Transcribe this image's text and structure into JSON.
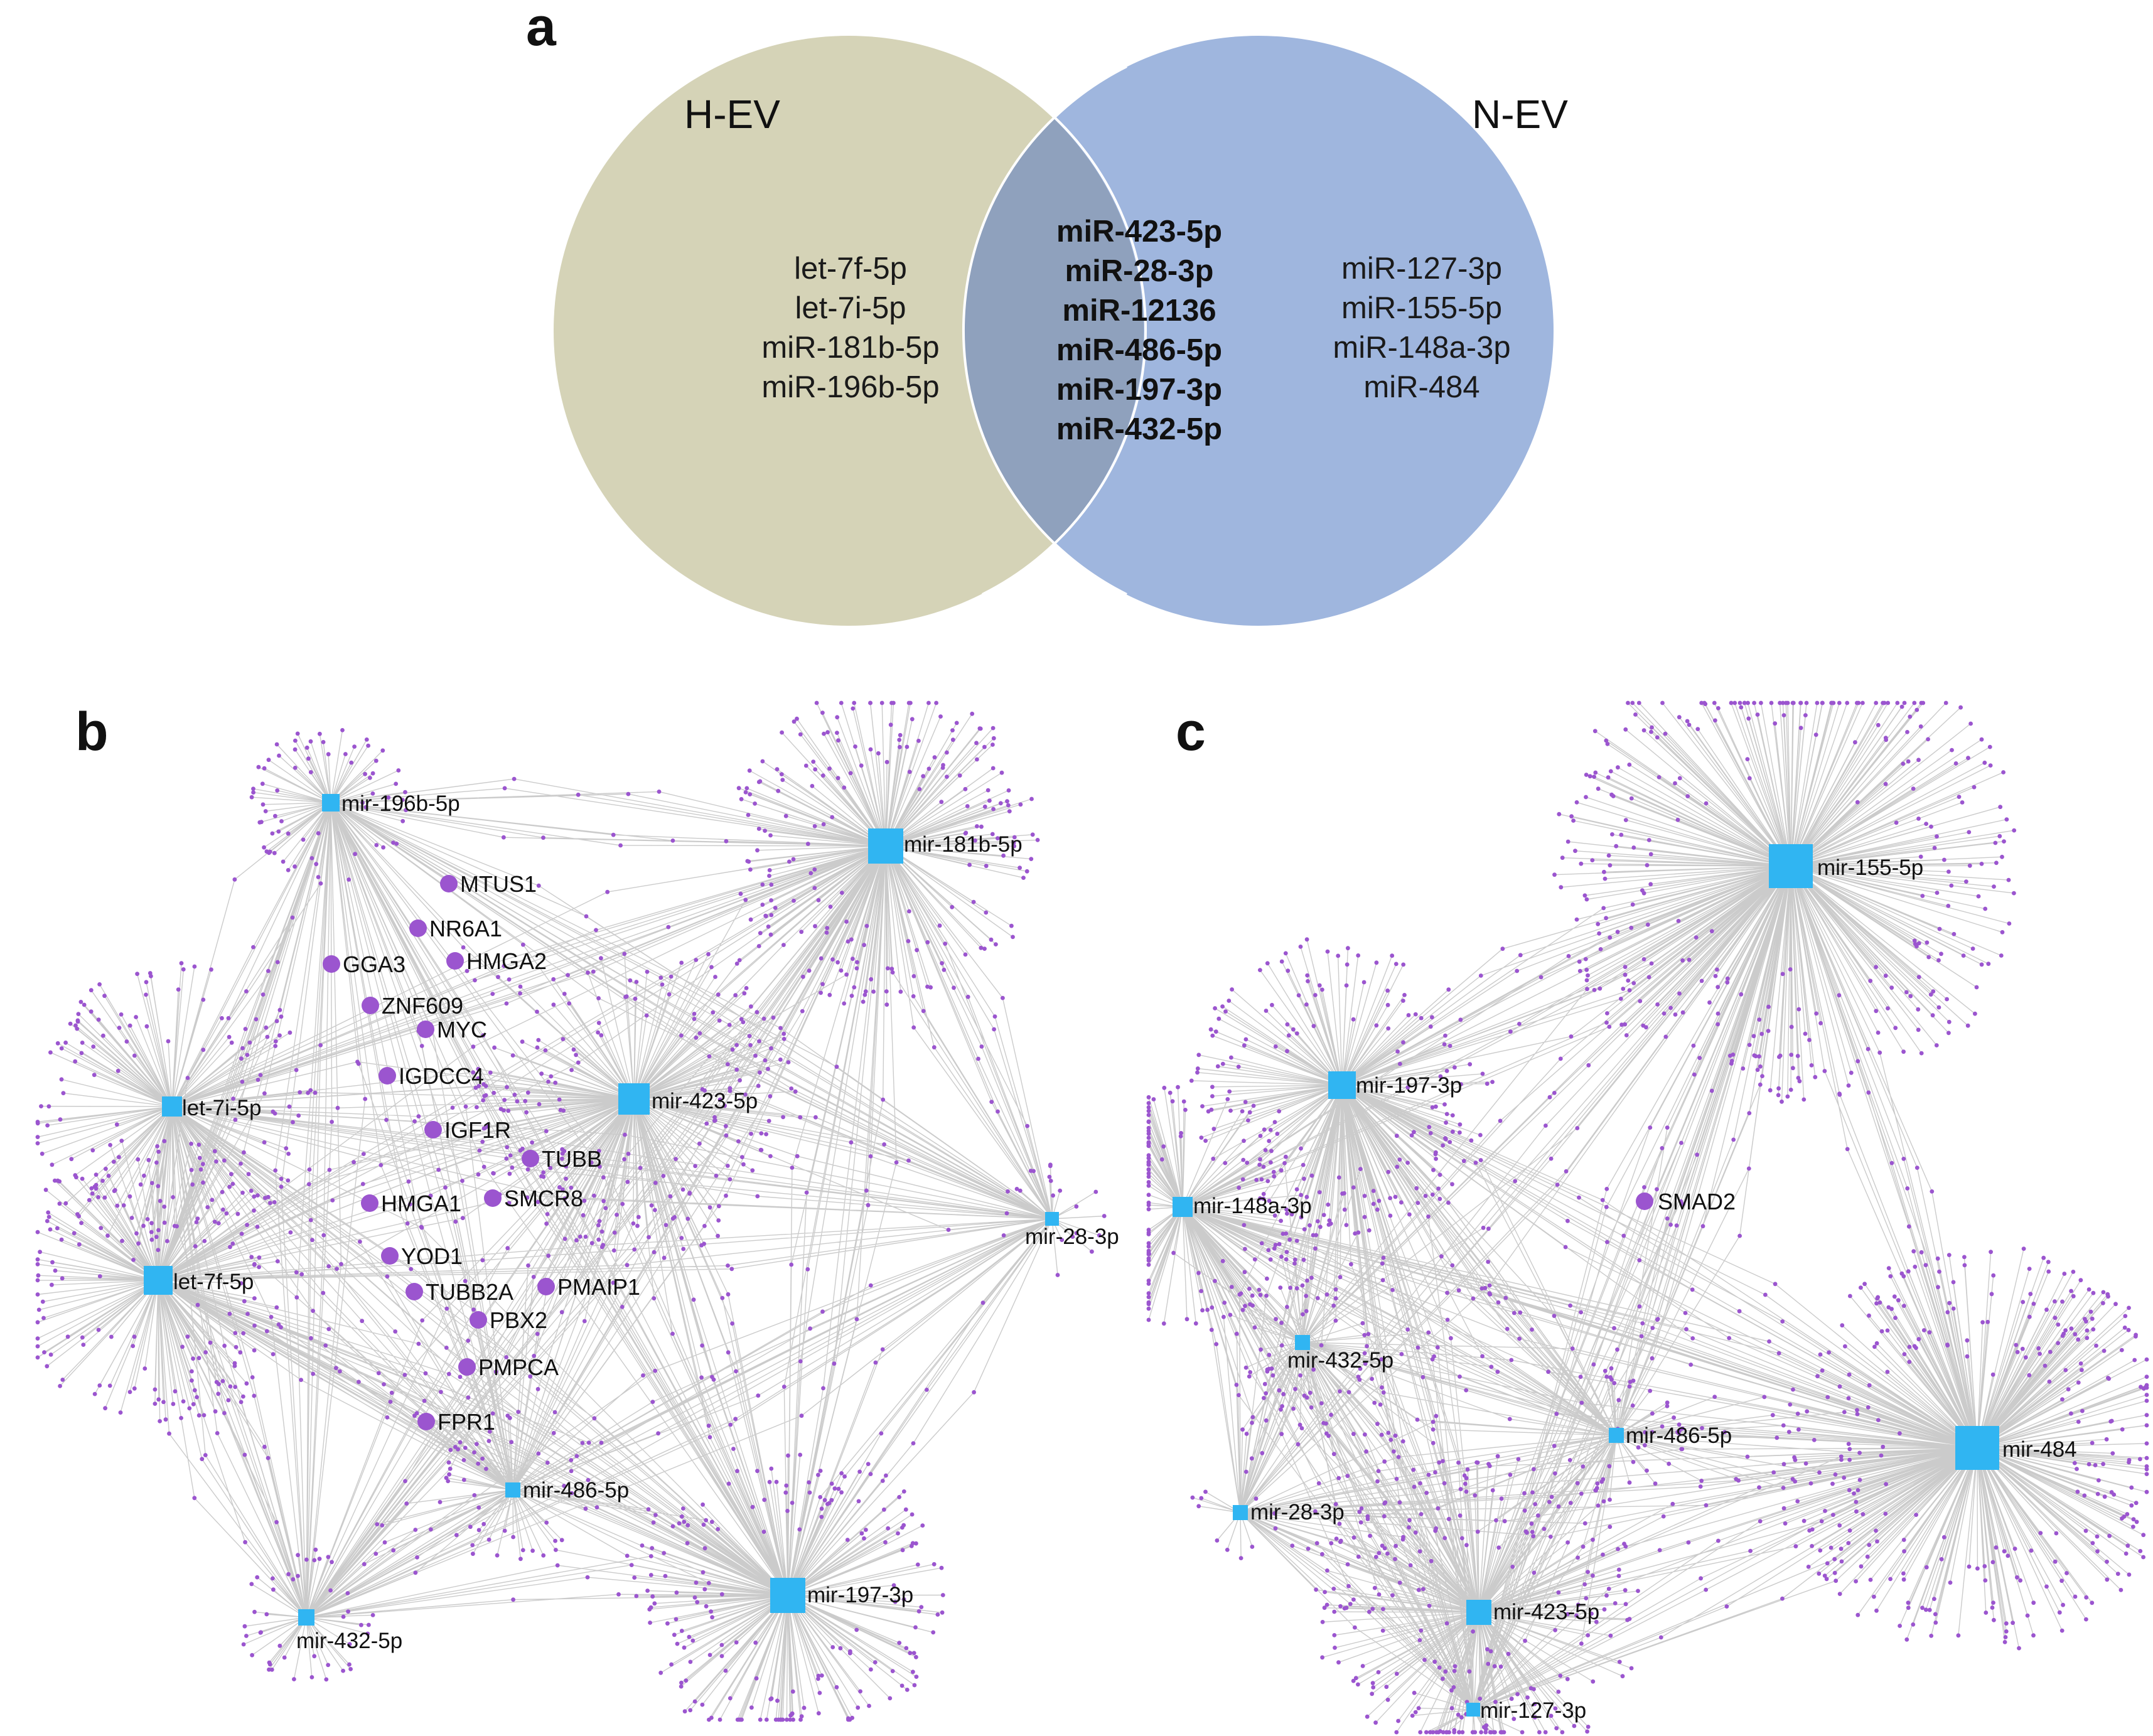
{
  "colors": {
    "h_ev_fill": "#d5d3b7",
    "n_ev_fill": "#9fb6de",
    "overlap_fill": "#8fa1bd",
    "mirna_node": "#30b5f2",
    "target_node": "#9b55cf",
    "edge": "#c2c2c2"
  },
  "venn": {
    "panel_letter": "a",
    "left_label": "H-EV",
    "right_label": "N-EV",
    "left_only": [
      "let-7f-5p",
      "let-7i-5p",
      "miR-181b-5p",
      "miR-196b-5p"
    ],
    "shared": [
      "miR-423-5p",
      "miR-28-3p",
      "miR-12136",
      "miR-486-5p",
      "miR-197-3p",
      "miR-432-5p"
    ],
    "right_only": [
      "miR-127-3p",
      "miR-155-5p",
      "miR-148a-3p",
      "miR-484"
    ]
  },
  "network_b": {
    "panel_letter": "b",
    "mirnas": [
      {
        "label": "mir-196b-5p",
        "icon": "square-node-icon"
      },
      {
        "label": "mir-181b-5p",
        "icon": "square-node-icon"
      },
      {
        "label": "let-7i-5p",
        "icon": "square-node-icon"
      },
      {
        "label": "mir-423-5p",
        "icon": "square-node-icon"
      },
      {
        "label": "mir-28-3p",
        "icon": "square-node-icon"
      },
      {
        "label": "let-7f-5p",
        "icon": "square-node-icon"
      },
      {
        "label": "mir-486-5p",
        "icon": "square-node-icon"
      },
      {
        "label": "mir-197-3p",
        "icon": "square-node-icon"
      },
      {
        "label": "mir-432-5p",
        "icon": "square-node-icon"
      }
    ],
    "hub_genes": [
      "MTUS1",
      "NR6A1",
      "HMGA2",
      "GGA3",
      "ZNF609",
      "MYC",
      "IGDCC4",
      "IGF1R",
      "TUBB",
      "HMGA1",
      "SMCR8",
      "YOD1",
      "TUBB2A",
      "PMAIP1",
      "PBX2",
      "PMPCA",
      "FPR1"
    ]
  },
  "network_c": {
    "panel_letter": "c",
    "mirnas": [
      {
        "label": "mir-155-5p",
        "icon": "square-node-icon"
      },
      {
        "label": "mir-197-3p",
        "icon": "square-node-icon"
      },
      {
        "label": "mir-148a-3p",
        "icon": "square-node-icon"
      },
      {
        "label": "mir-432-5p",
        "icon": "square-node-icon"
      },
      {
        "label": "mir-486-5p",
        "icon": "square-node-icon"
      },
      {
        "label": "mir-484",
        "icon": "square-node-icon"
      },
      {
        "label": "mir-28-3p",
        "icon": "square-node-icon"
      },
      {
        "label": "mir-423-5p",
        "icon": "square-node-icon"
      },
      {
        "label": "mir-127-3p",
        "icon": "square-node-icon"
      }
    ],
    "hub_genes": [
      "SMAD2"
    ]
  }
}
